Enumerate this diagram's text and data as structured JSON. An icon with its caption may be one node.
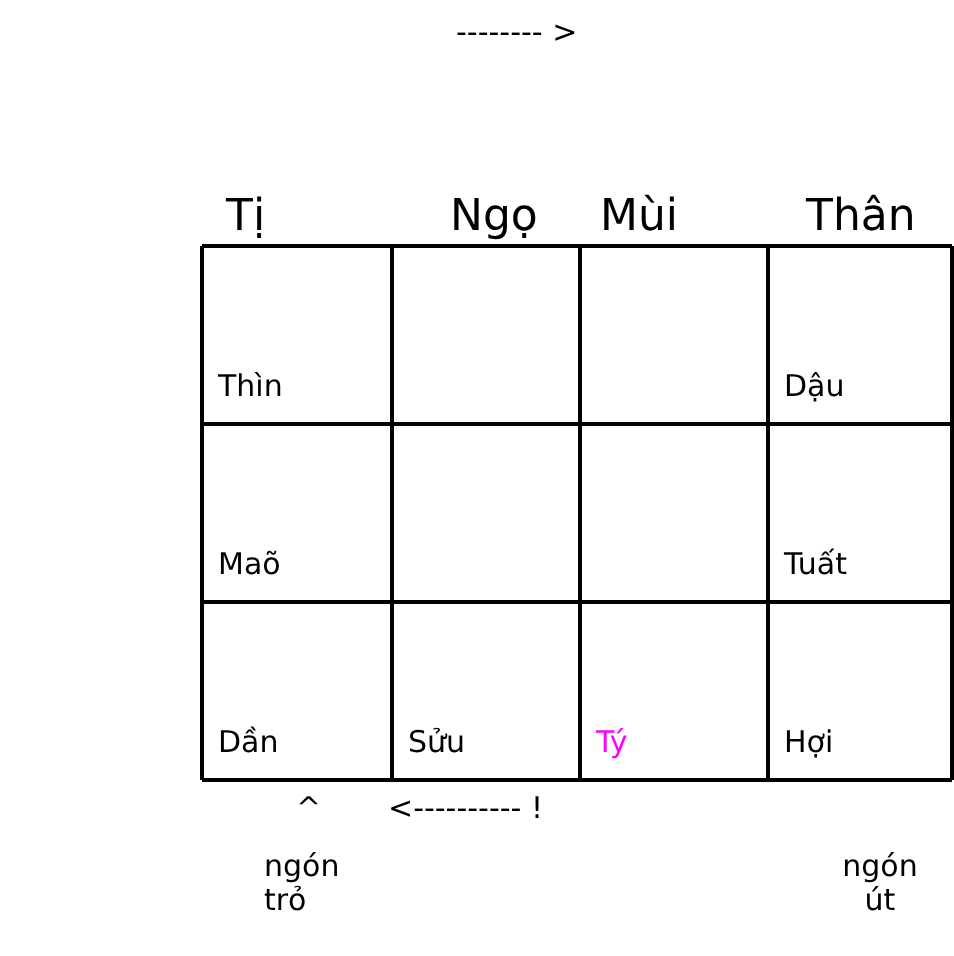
{
  "diagram": {
    "labels": [
      "-------- >",
      "Tị",
      "Ngọ",
      "Mùi",
      "Thân",
      "Thìn",
      "Dậu",
      "Maõ",
      "Tuất",
      "Dần",
      "Sửu",
      "Tý",
      "Hợi",
      "^",
      "<---------- !",
      "ngón trỏ",
      "ngón út"
    ]
  }
}
